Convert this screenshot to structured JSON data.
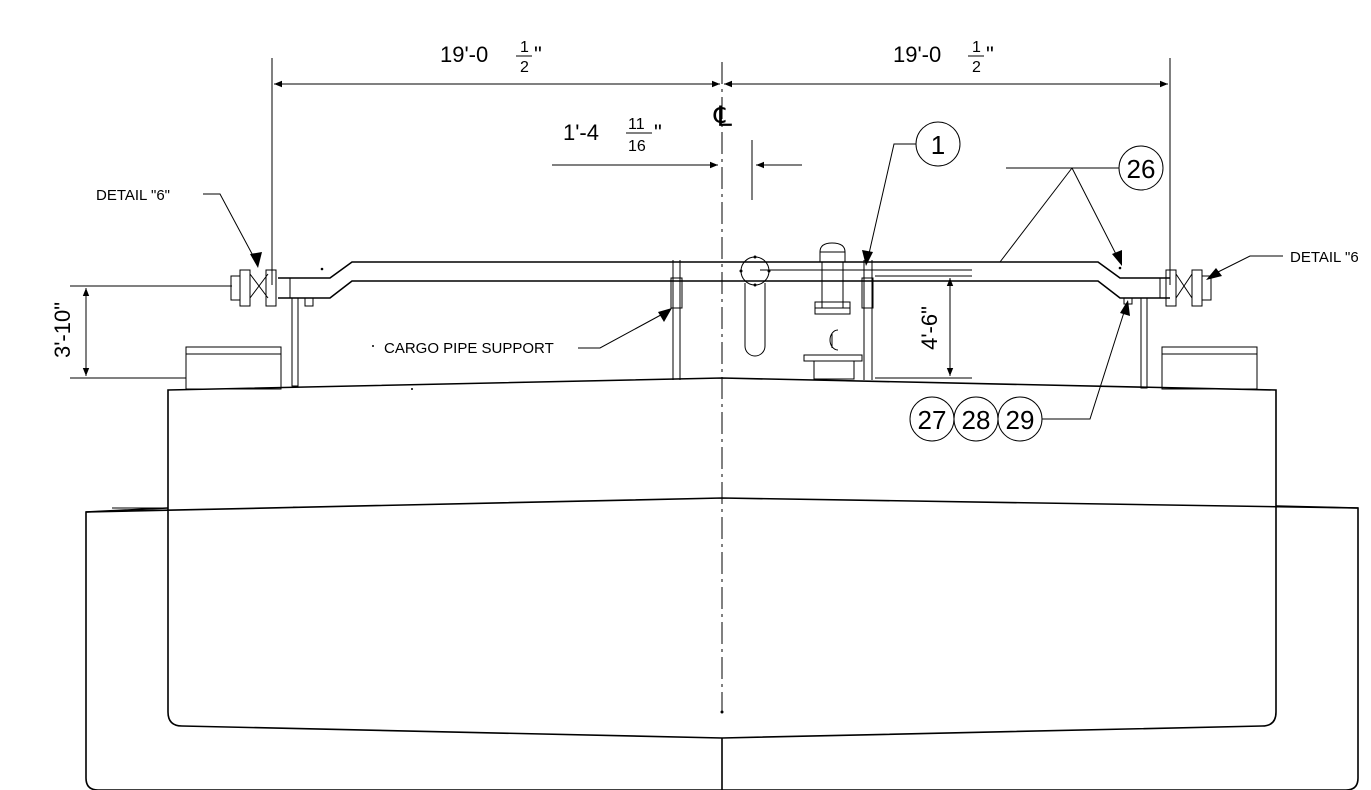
{
  "dimensions": {
    "left_span": {
      "whole": "19'-0",
      "num": "1",
      "den": "2",
      "suffix": "\""
    },
    "right_span": {
      "whole": "19'-0",
      "num": "1",
      "den": "2",
      "suffix": "\""
    },
    "offset": {
      "whole": "1'-4",
      "num": "11",
      "den": "16",
      "suffix": "\""
    },
    "height_left": "3'-10\"",
    "height_right": "4'-6\""
  },
  "centerline_symbol": "℄",
  "labels": {
    "detail_left": "DETAIL \"6\"",
    "detail_right": "DETAIL \"6",
    "pipe_support": "CARGO PIPE SUPPORT"
  },
  "callouts": {
    "c1": "1",
    "c26": "26",
    "c27": "27",
    "c28": "28",
    "c29": "29"
  }
}
